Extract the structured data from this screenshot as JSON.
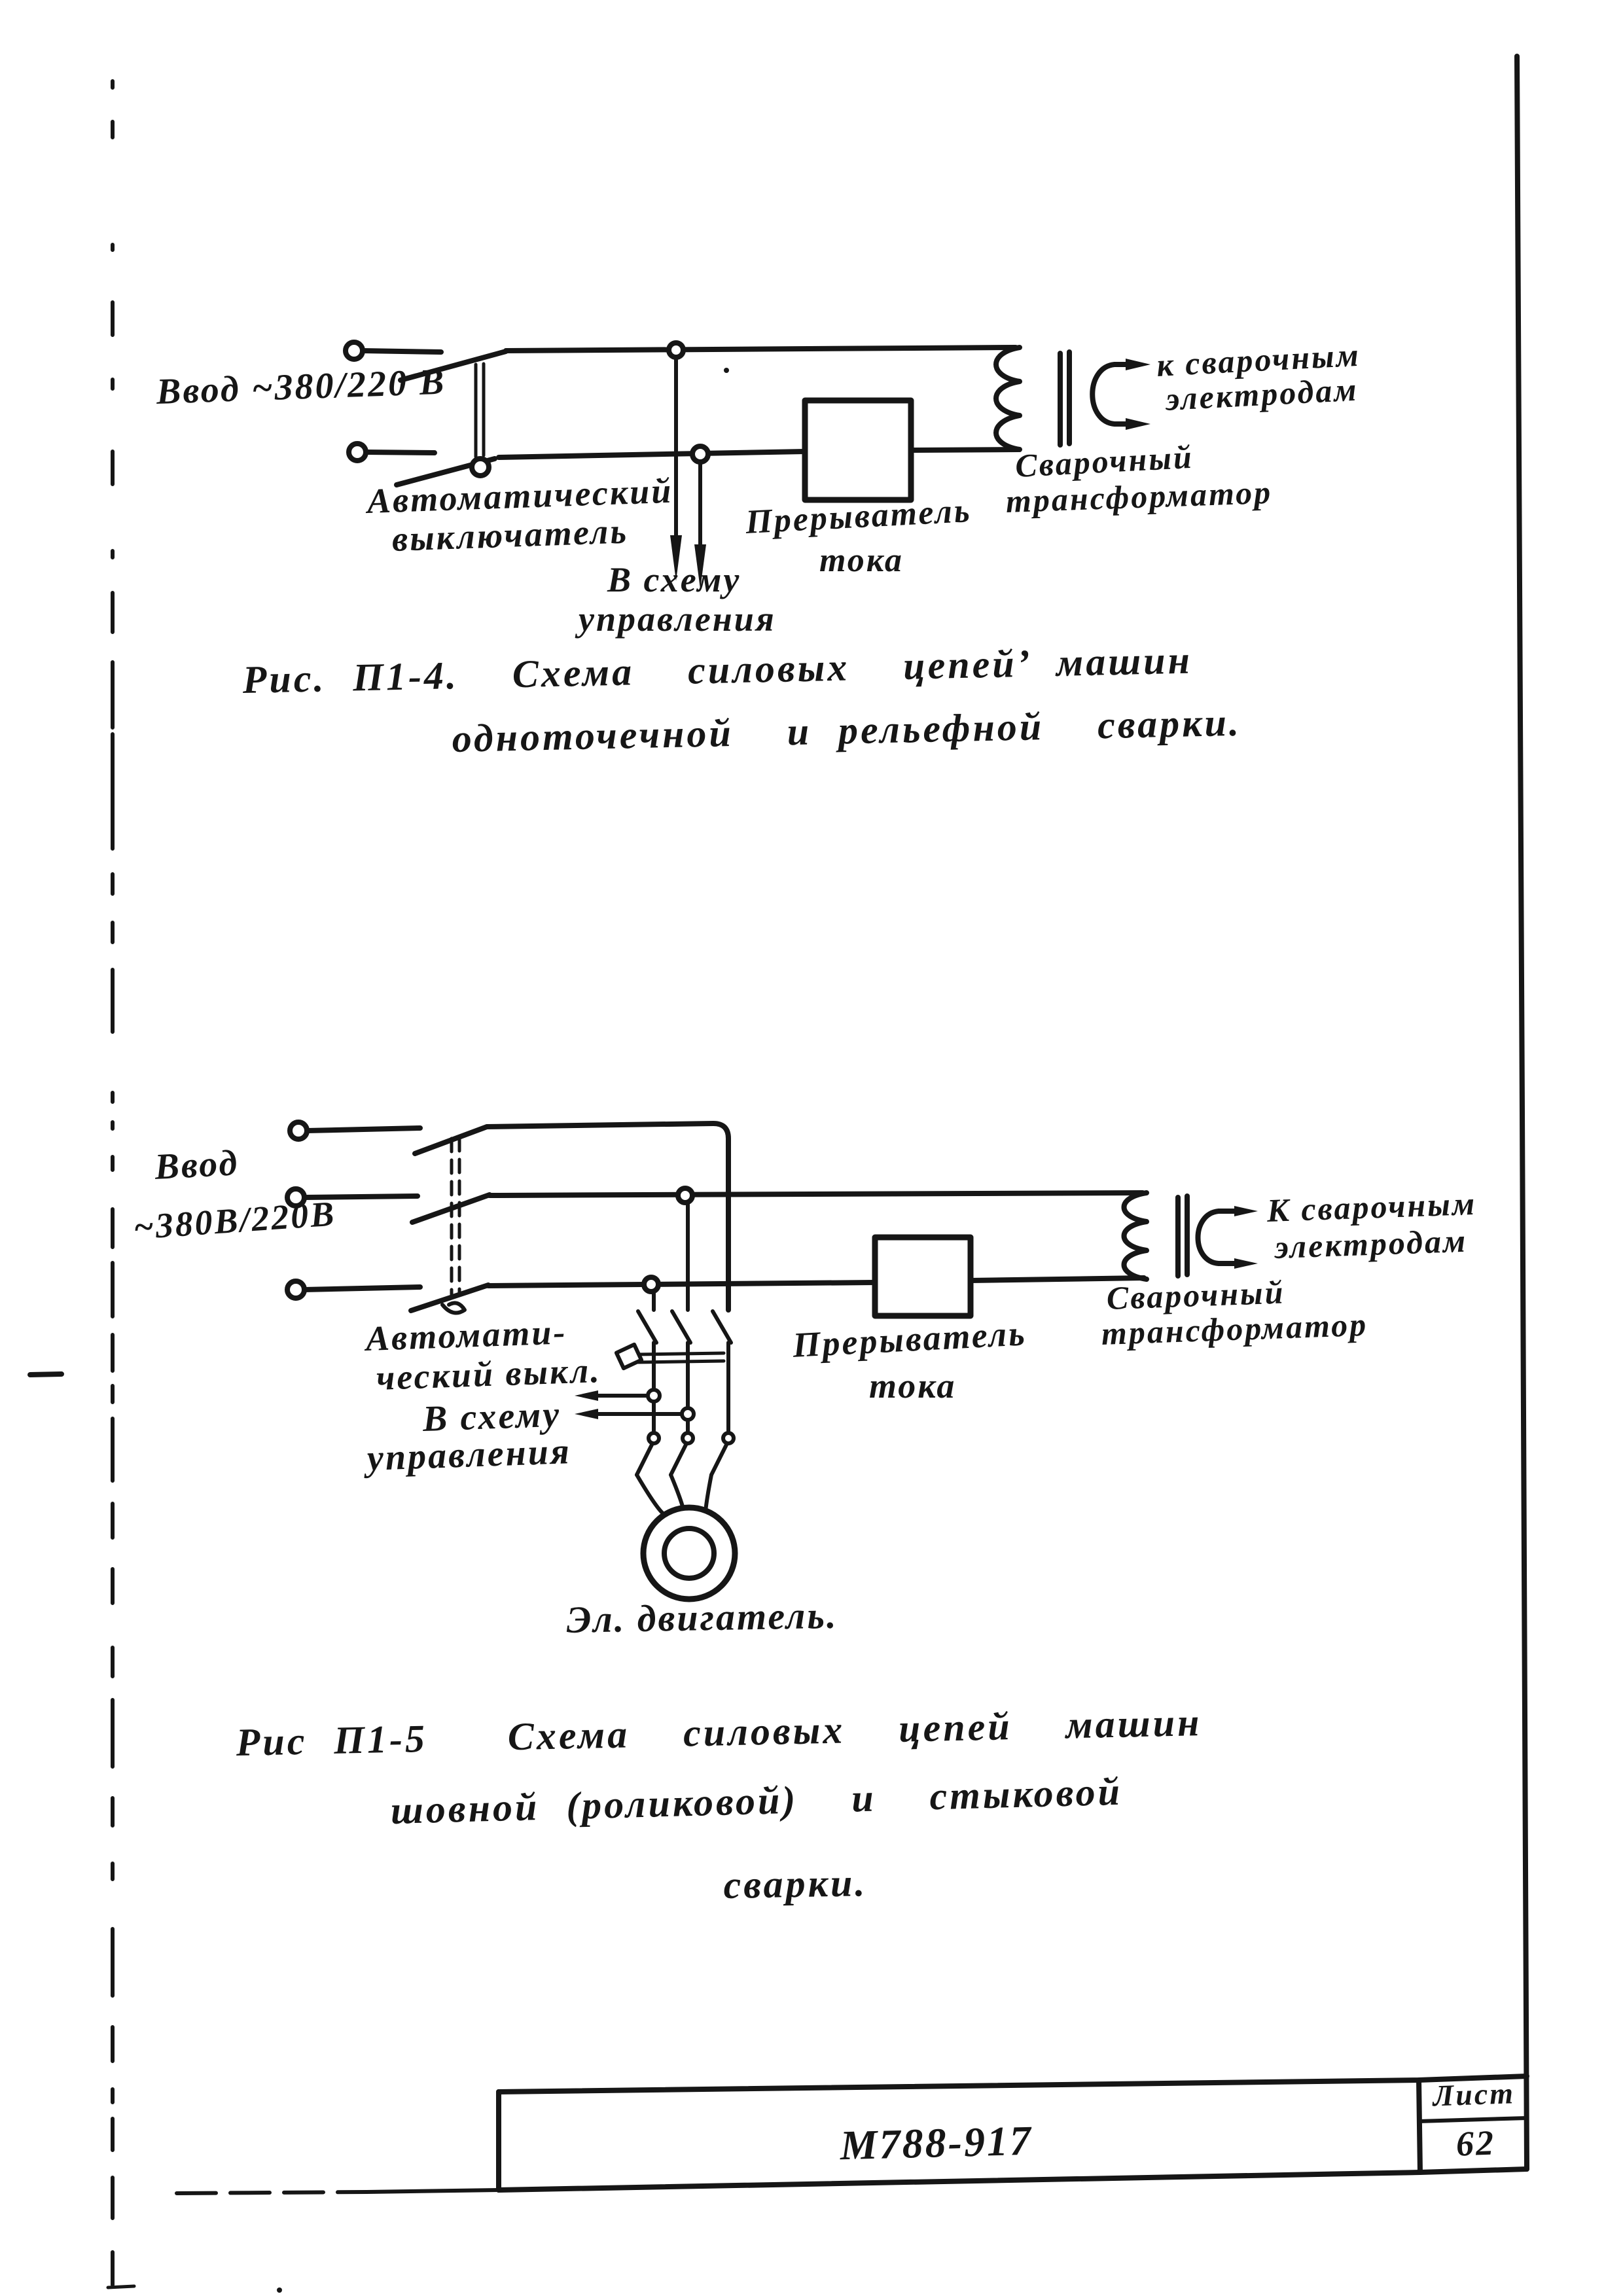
{
  "colors": {
    "ink": "#161616",
    "paper": "#ffffff"
  },
  "title_block": {
    "doc_number": "М788-917",
    "sheet_label": "Лист",
    "sheet_number": "62"
  },
  "figure1": {
    "input_label": "Ввод ~380/220 В",
    "breaker_label_1": "Автоматический",
    "breaker_label_2": "выключатель",
    "control_label_1": "В схему",
    "control_label_2": "управления",
    "interrupter_label_1": "Прерыватель",
    "interrupter_label_2": "тока",
    "transformer_label_1": "Сварочный",
    "transformer_label_2": "трансформатор",
    "electrodes_label_1": "к сварочным",
    "electrodes_label_2": "электродам",
    "caption_1": "Рис. П1-4.  Схема  силовых  цепей’ машин",
    "caption_2": "одноточечной  и рельефной  сварки."
  },
  "figure2": {
    "input_label_1": "Ввод",
    "input_label_2": "~380В/220В",
    "breaker_label_1": "Автомати-",
    "breaker_label_2": "ческий выкл.",
    "control_label_1": "В схему",
    "control_label_2": "управления",
    "interrupter_label_1": "Прерыватель",
    "interrupter_label_2": "тока",
    "transformer_label_1": "Сварочный",
    "transformer_label_2": "трансформатор",
    "electrodes_label_1": "К сварочным",
    "electrodes_label_2": "электродам",
    "motor_label": "Эл. двигатель.",
    "caption_1": "Рис П1-5   Схема  силовых  цепей  машин",
    "caption_2": "шовной (роликовой)  и  стыковой",
    "caption_3": "сварки."
  }
}
